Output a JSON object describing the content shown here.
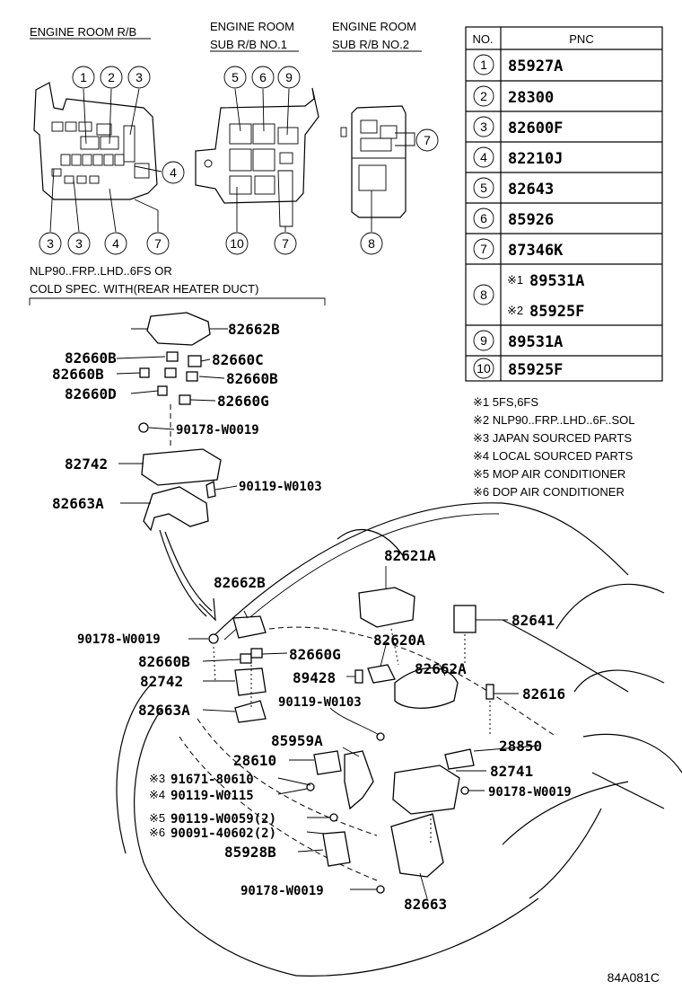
{
  "headers": {
    "engine_room_rb": "ENGINE ROOM R/B",
    "sub_rb_no1_line1": "ENGINE ROOM",
    "sub_rb_no1_line2": "SUB R/B NO.1",
    "sub_rb_no2_line1": "ENGINE ROOM",
    "sub_rb_no2_line2": "SUB R/B NO.2"
  },
  "condition": {
    "line1": "NLP90..FRP..LHD..6FS OR",
    "line2": "COLD SPEC. WITH(REAR HEATER DUCT)"
  },
  "table": {
    "col_no": "NO.",
    "col_pnc": "PNC",
    "rows": [
      {
        "no": "1",
        "pnc": "85927A"
      },
      {
        "no": "2",
        "pnc": "28300"
      },
      {
        "no": "3",
        "pnc": "82600F"
      },
      {
        "no": "4",
        "pnc": "82210J"
      },
      {
        "no": "5",
        "pnc": "82643"
      },
      {
        "no": "6",
        "pnc": "85926"
      },
      {
        "no": "7",
        "pnc": "87346K"
      },
      {
        "no": "8",
        "pnc_a_mark": "※1",
        "pnc_a": "89531A",
        "pnc_b_mark": "※2",
        "pnc_b": "85925F"
      },
      {
        "no": "9",
        "pnc": "89531A"
      },
      {
        "no": "10",
        "pnc": "85925F"
      }
    ]
  },
  "notes": [
    "※1 5FS,6FS",
    "※2 NLP90..FRP..LHD..6F..SOL",
    "※3 JAPAN SOURCED PARTS",
    "※4 LOCAL SOURCED PARTS",
    "※5 MOP AIR CONDITIONER",
    "※6 DOP AIR CONDITIONER"
  ],
  "callouts": {
    "rb_top": [
      "1",
      "2",
      "3"
    ],
    "rb_right": "4",
    "rb_bottom": [
      "3",
      "3",
      "4",
      "7"
    ],
    "sub1_top": [
      "5",
      "6",
      "9"
    ],
    "sub1_bottom": [
      "10",
      "7"
    ],
    "sub2_right": "7",
    "sub2_bottom": "8"
  },
  "parts": {
    "p82662B_a": "82662B",
    "p82660B_1": "82660B",
    "p82660C": "82660C",
    "p82660B_2": "82660B",
    "p82660B_3": "82660B",
    "p82660D": "82660D",
    "p82660G_1": "82660G",
    "p90178_1": "90178-W0019",
    "p82742_1": "82742",
    "p90119_1": "90119-W0103",
    "p82663A_1": "82663A",
    "p82621A": "82621A",
    "p82662B_b": "82662B",
    "p82641": "82641",
    "p90178_2": "90178-W0019",
    "p82620A": "82620A",
    "p82660B_4": "82660B",
    "p82660G_2": "82660G",
    "p82662A": "82662A",
    "p89428": "89428",
    "p82742_2": "82742",
    "p82616": "82616",
    "p90119_2": "90119-W0103",
    "p82663A_2": "82663A",
    "p85959A": "85959A",
    "p28850": "28850",
    "p28610": "28610",
    "p82741": "82741",
    "p91671_mark": "※3",
    "p91671": "91671-80610",
    "p90178_3": "90178-W0019",
    "p90119_115_mark": "※4",
    "p90119_115": "90119-W0115",
    "p90119_059_mark": "※5",
    "p90119_059": "90119-W0059(2)",
    "p90091_mark": "※6",
    "p90091": "90091-40602(2)",
    "p85928B": "85928B",
    "p90178_4": "90178-W0019",
    "p82663": "82663"
  },
  "drawing_code": "84A081C"
}
